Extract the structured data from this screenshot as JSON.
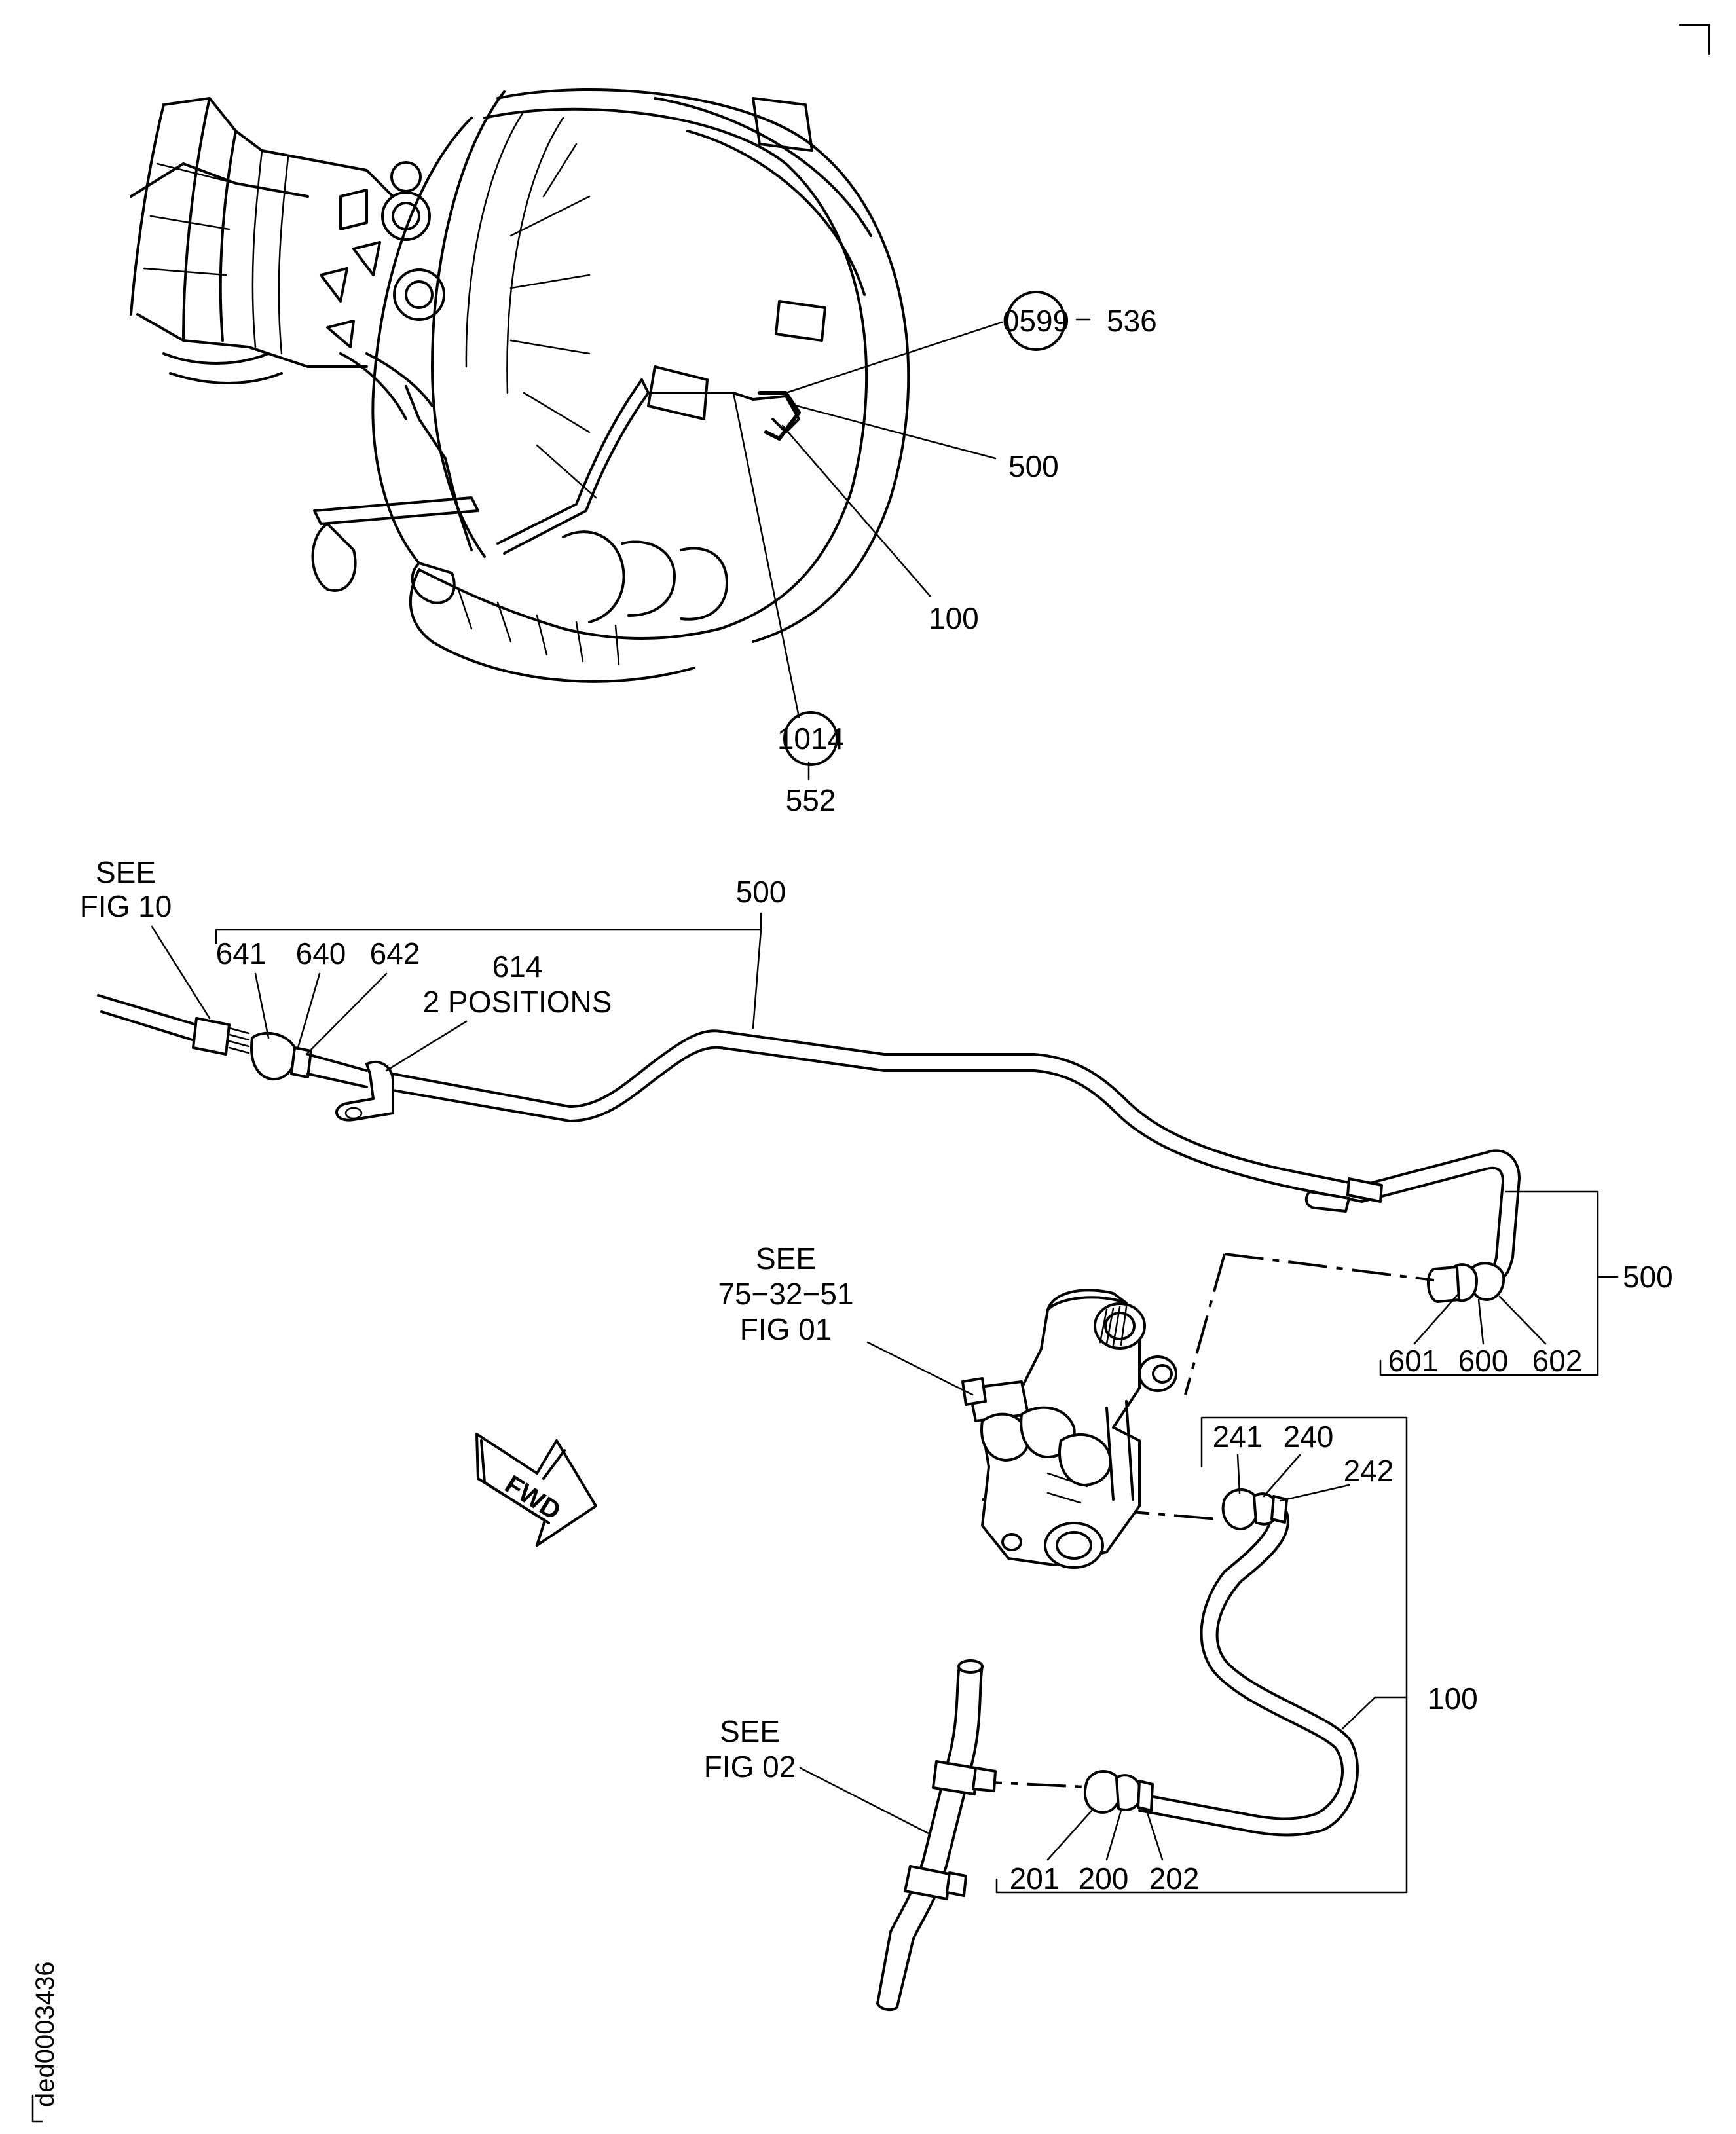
{
  "figure_id": "ded0003436",
  "engine_callouts": {
    "circled_a": "0599",
    "dash_a": "536",
    "item_500": "500",
    "item_100": "100",
    "circled_b": "1014",
    "item_552": "552"
  },
  "tube_500_callouts": {
    "see_fig10_line1": "SEE",
    "see_fig10_line2": "FIG 10",
    "item_500_top": "500",
    "item_641": "641",
    "item_640": "640",
    "item_642": "642",
    "item_614": "614",
    "item_614_note": "2 POSITIONS",
    "item_500_right": "500",
    "item_601": "601",
    "item_600": "600",
    "item_602": "602"
  },
  "valve_callouts": {
    "see_line1": "SEE",
    "see_line2": "75−32−51",
    "see_line3": "FIG 01"
  },
  "fwd_arrow": "FWD",
  "tube_100_callouts": {
    "item_241": "241",
    "item_240": "240",
    "item_242": "242",
    "item_100": "100",
    "see_fig02_line1": "SEE",
    "see_fig02_line2": "FIG 02",
    "item_201": "201",
    "item_200": "200",
    "item_202": "202"
  }
}
